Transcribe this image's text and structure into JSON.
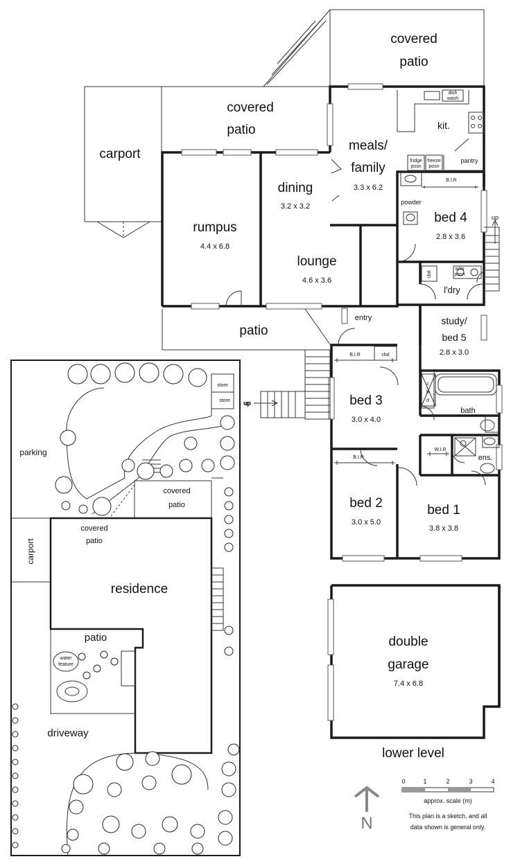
{
  "upper": {
    "covered_patio_top": [
      "covered",
      "patio"
    ],
    "covered_patio_mid": [
      "covered",
      "patio"
    ],
    "carport": "carport",
    "kit": "kit.",
    "dishwash": [
      "dish",
      "wash"
    ],
    "fridge": [
      "fridge",
      "posn"
    ],
    "freeze": [
      "freeze",
      "posn"
    ],
    "pantry": "pantry",
    "meals": [
      "meals/",
      "family"
    ],
    "meals_dim": "3.3 x 6.2",
    "dining": "dining",
    "dining_dim": "3.2 x 3.2",
    "rumpus": "rumpus",
    "rumpus_dim": "4.4 x 6.8",
    "lounge": "lounge",
    "lounge_dim": "4.6 x 3.6",
    "powder": "powder",
    "bir": "B.I.R",
    "bed4": "bed 4",
    "bed4_dim": "2.8 x 3.6",
    "up": "up",
    "cbd": "cbd",
    "wm": [
      "w/m",
      "posn"
    ],
    "ldry": "l'dry",
    "patio": "patio",
    "entry": "entry",
    "study": [
      "study/",
      "bed 5"
    ],
    "study_dim": "2.8 x 3.0",
    "bed3": "bed 3",
    "bed3_dim": "3.0 x 4.0",
    "cbd_vert": [
      "c",
      "b",
      "d"
    ],
    "bath": "bath",
    "wir": "W.I.R",
    "ens": "ens.",
    "bed2": "bed 2",
    "bed2_dim": "3.0 x 5.0",
    "bed1": "bed 1",
    "bed1_dim": "3.8 x 3.8"
  },
  "lower": {
    "garage": [
      "double",
      "garage"
    ],
    "garage_dim": "7.4 x 6.8",
    "level": "lower level"
  },
  "site": {
    "store1": "store",
    "store2": "store",
    "up": "up",
    "parking": "parking",
    "covered_patio_a": [
      "covered",
      "patio"
    ],
    "covered_patio_b": [
      "covered",
      "patio"
    ],
    "carport": "carport",
    "residence": "residence",
    "patio": "patio",
    "water": [
      "water",
      "feature"
    ],
    "driveway": "driveway"
  },
  "scale": {
    "ticks": [
      "0",
      "1",
      "2",
      "3",
      "4"
    ],
    "caption": "approx. scale (m)",
    "disclaimer": [
      "This plan is a sketch, and all",
      "data shown is general only."
    ],
    "north": "N"
  }
}
